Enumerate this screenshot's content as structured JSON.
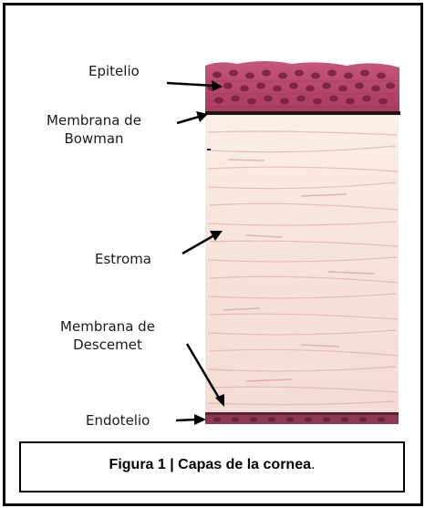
{
  "labels": {
    "epitelio": "Epitelio",
    "bowman_line1": "Membrana de",
    "bowman_line2": "Bowman",
    "estroma": "Estroma",
    "descemet_line1": "Membrana de",
    "descemet_line2": "Descemet",
    "endotelio": "Endotelio"
  },
  "caption": {
    "text": "Figura 1 | Capas de la cornea",
    "trailing": "."
  },
  "colors": {
    "epithelium": "#b8456a",
    "epithelium_dark": "#7a1f3d",
    "stroma": "#f6e4dc",
    "stroma_fiber": "#d8a8a4",
    "membrane_line": "#1c1416",
    "endothelium": "#8a3a54"
  }
}
